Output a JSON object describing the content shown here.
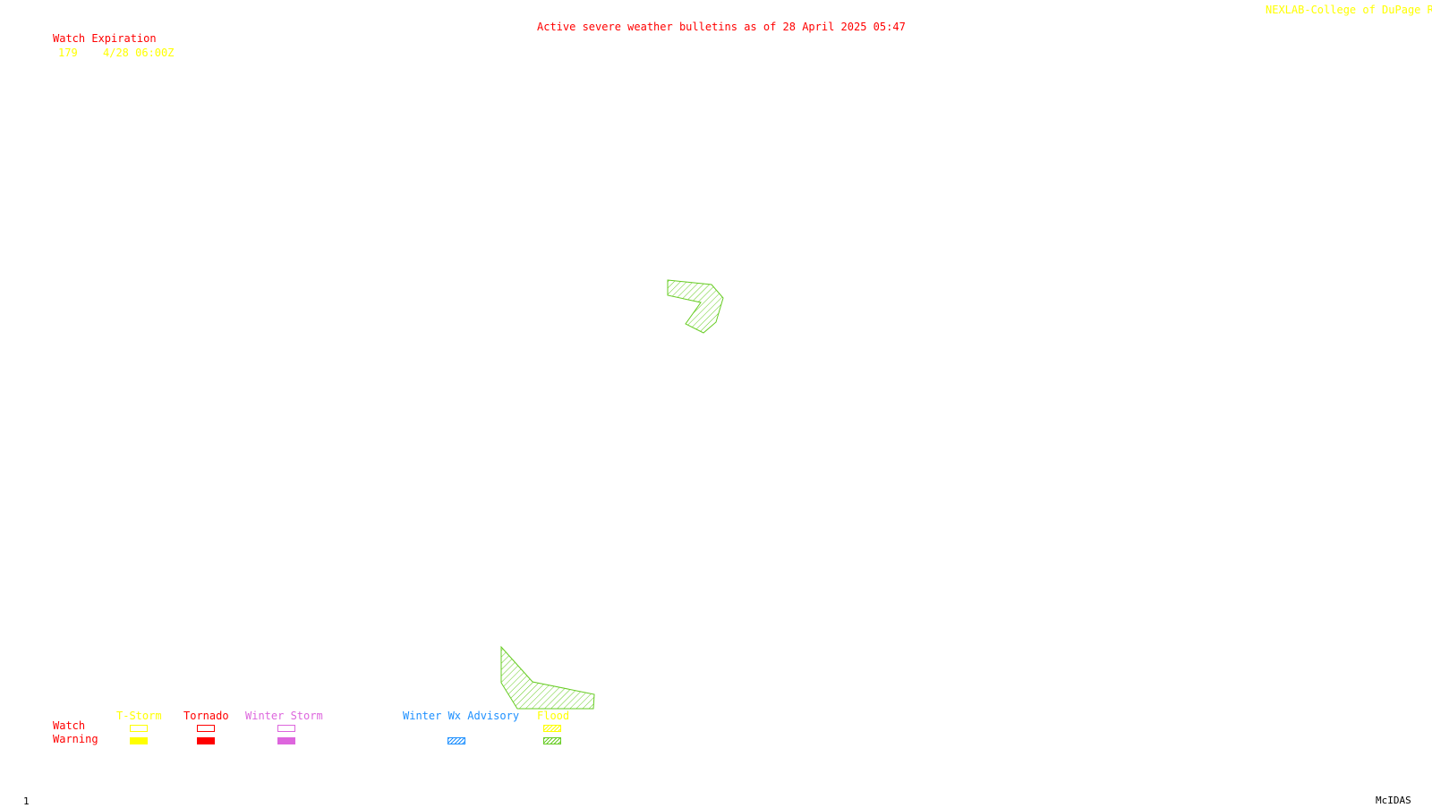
{
  "header": {
    "title": "Active severe weather bulletins as of 28 April 2025 05:47",
    "credit": "NEXLAB-College of DuPage R"
  },
  "watch_table": {
    "heading": "Watch Expiration",
    "rows": [
      {
        "number": "179",
        "expires": "4/28 06:00Z"
      }
    ]
  },
  "legend": {
    "row_watch": "Watch",
    "row_warning": "Warning",
    "tstorm": "T-Storm",
    "tornado": "Tornado",
    "winter_storm": "Winter Storm",
    "winter_advisory": "Winter Wx Advisory",
    "flood": "Flood"
  },
  "colors": {
    "title": "#ff0000",
    "credit": "#ffff00",
    "tstorm": "#ffff00",
    "tornado": "#ff0000",
    "winter_storm": "#dd66dd",
    "winter_advisory": "#1e90ff",
    "flood": "#66cc22"
  },
  "footer": {
    "frame": "1",
    "software": "McIDAS"
  }
}
